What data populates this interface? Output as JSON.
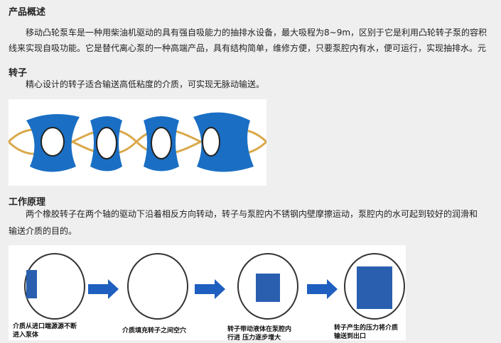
{
  "overview": {
    "heading": "产品概述",
    "line1": "移动凸轮泵车是一种用柴油机驱动的具有强自吸能力的抽排水设备，最大吸程为8~9m，区别于它是利用凸轮转子泵的容积",
    "line2": "线来实现自吸功能。它是替代离心泵的一种高端产品，具有结构简单，维修方便，只要泵腔内有水，便可运行，实现抽排水。元"
  },
  "rotor": {
    "heading": "转子",
    "text": "精心设计的转子适合输送高低粘度的介质，可实现无脉动输送。"
  },
  "principle": {
    "heading": "工作原理",
    "line1": "两个橡胶转子在两个轴的驱动下沿着相反方向转动，转子与泵腔内不锈钢内壁摩擦运动，泵腔内的水可起到较好的润滑和",
    "line2": "输送介质的目的。",
    "captions": [
      [
        "介质从进口端源源不断",
        "进入泵体"
      ],
      [
        "介质填充转子之间空穴",
        ""
      ],
      [
        "转子带动液体在泵腔内",
        "行进 压力逐步增大"
      ],
      [
        "转子产生的压力将介质",
        "输送到出口"
      ]
    ]
  },
  "colors": {
    "rotor_blue": "#1a6fc4",
    "arrow_blue": "#1f5fbf",
    "curve": "#d9a84a"
  }
}
